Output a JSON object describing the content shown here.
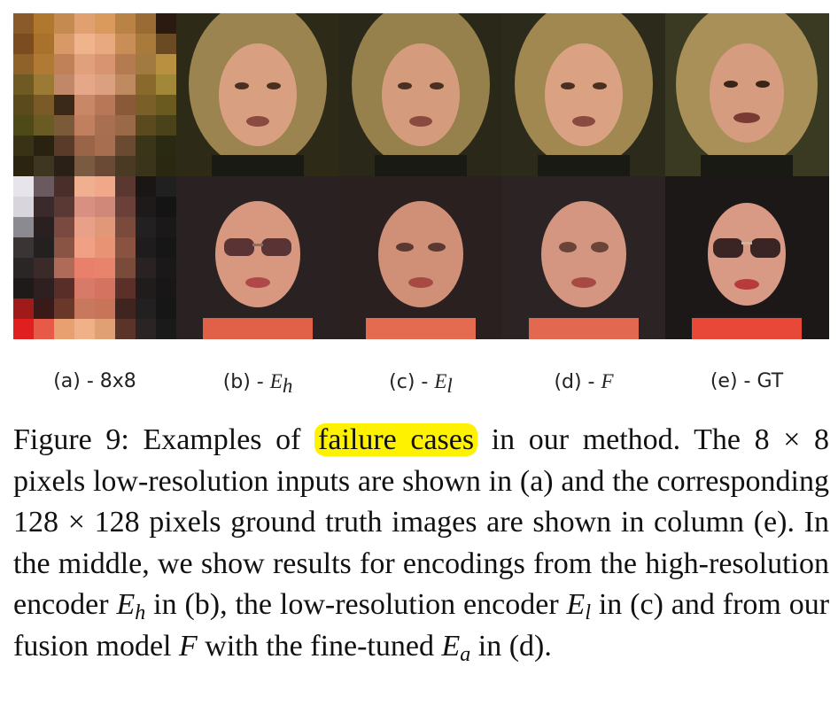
{
  "figure": {
    "columns": [
      {
        "prefix": "(a) - ",
        "label": "8x8",
        "sub": ""
      },
      {
        "prefix": "(b) - ",
        "label": "E",
        "sub": "h"
      },
      {
        "prefix": "(c) - ",
        "label": "E",
        "sub": "l"
      },
      {
        "prefix": "(d) - ",
        "label": "F",
        "sub": ""
      },
      {
        "prefix": "(e) - ",
        "label": "GT",
        "sub": ""
      }
    ],
    "rows": [
      {
        "subject": "man-with-long-blond-hair"
      },
      {
        "subject": "woman-with-curly-dark-hair-and-sunglasses"
      }
    ]
  },
  "caption": {
    "figure_label": "Figure 9:",
    "t1": "Examples of",
    "highlight": "failure cases",
    "t2": "in our method. The",
    "t3": "8 × 8 pixels low-resolution inputs are shown in (a) and the corresponding 128 × 128 pixels ground truth images are shown in column (e). In the middle, we show results for encodings from the high-resolution encoder",
    "eh": "E",
    "eh_sub": "h",
    "t4": "in (b), the low-resolution encoder",
    "el": "E",
    "el_sub": "l",
    "t5": "in (c) and from our fusion model",
    "f": "F",
    "t6": "with the fine-tuned",
    "ea": "E",
    "ea_sub": "a",
    "t7": "in (d)."
  },
  "colors": {
    "highlight": "#fff200"
  }
}
